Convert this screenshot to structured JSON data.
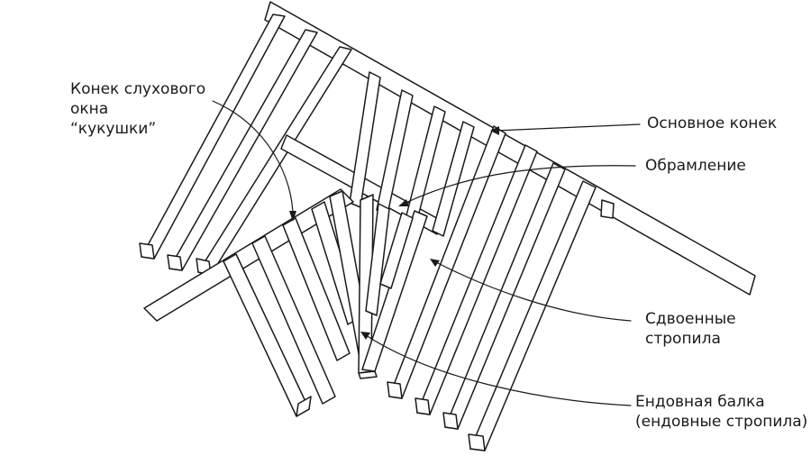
{
  "labels": {
    "dormer_ridge": [
      "Конек слухового",
      "окна",
      "“кукушки”"
    ],
    "main_ridge": [
      "Основное конек"
    ],
    "framing": [
      "Обрамление"
    ],
    "doubled_rafters": [
      "Сдвоенные",
      "стропила"
    ],
    "valley_beam": [
      "Ендовная балка",
      "(ендовные стропила)"
    ]
  },
  "colors": {
    "stroke": "#1a1a1a",
    "fill": "#ffffff"
  }
}
